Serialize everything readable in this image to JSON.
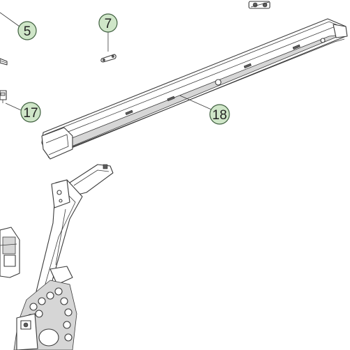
{
  "callouts": {
    "c5": "5",
    "c7": "7",
    "c17": "17",
    "c18": "18"
  },
  "colors": {
    "callout_fill": "#cfe6c8",
    "callout_stroke": "#3f5f3f",
    "line": "#3a3a3a"
  }
}
